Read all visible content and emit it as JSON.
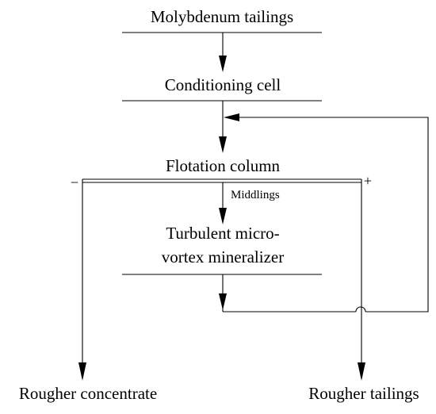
{
  "diagram": {
    "nodes": {
      "molybdenum_tailings": "Molybdenum tailings",
      "conditioning_cell": "Conditioning cell",
      "flotation_column": "Flotation column",
      "mineralizer_line1": "Turbulent micro-",
      "mineralizer_line2": "vortex mineralizer",
      "rougher_concentrate": "Rougher concentrate",
      "rougher_tailings": "Rougher tailings"
    },
    "edge_labels": {
      "middlings": "Middlings"
    },
    "electrode_signs": {
      "negative": "−",
      "positive": "+"
    }
  }
}
